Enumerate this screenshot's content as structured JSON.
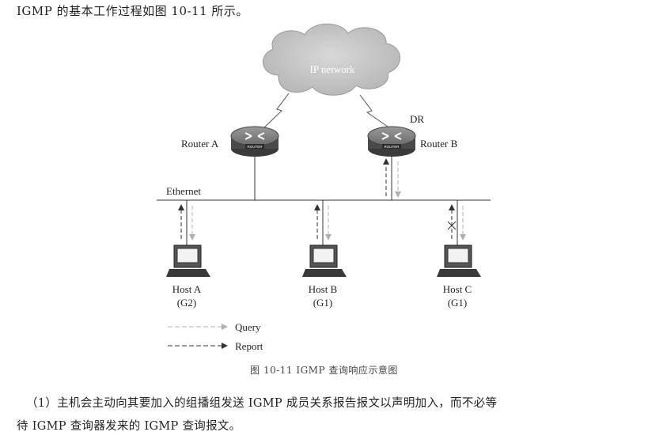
{
  "intro_text": "IGMP 的基本工作过程如图 10-11 所示。",
  "diagram": {
    "cloud_label": "IP network",
    "dr_label": "DR",
    "router_a_label": "Router A",
    "router_b_label": "Router B",
    "router_badge": "ROUTER",
    "ethernet_label": "Ethernet",
    "hosts": [
      {
        "name": "Host A",
        "group": "(G2)"
      },
      {
        "name": "Host B",
        "group": "(G1)"
      },
      {
        "name": "Host C",
        "group": "(G1)"
      }
    ],
    "legend": {
      "query": "Query",
      "report": "Report"
    }
  },
  "caption": "图 10-11   IGMP 查询响应示意图",
  "paragraph": {
    "line1": "（1）主机会主动向其要加入的组播组发送 IGMP 成员关系报告报文以声明加入，而不必等",
    "line2": "待 IGMP 查询器发来的 IGMP 查询报文。"
  },
  "colors": {
    "query_line": "#b8b8b8",
    "report_line": "#333333",
    "cloud_fill": "#c9c9c9"
  }
}
